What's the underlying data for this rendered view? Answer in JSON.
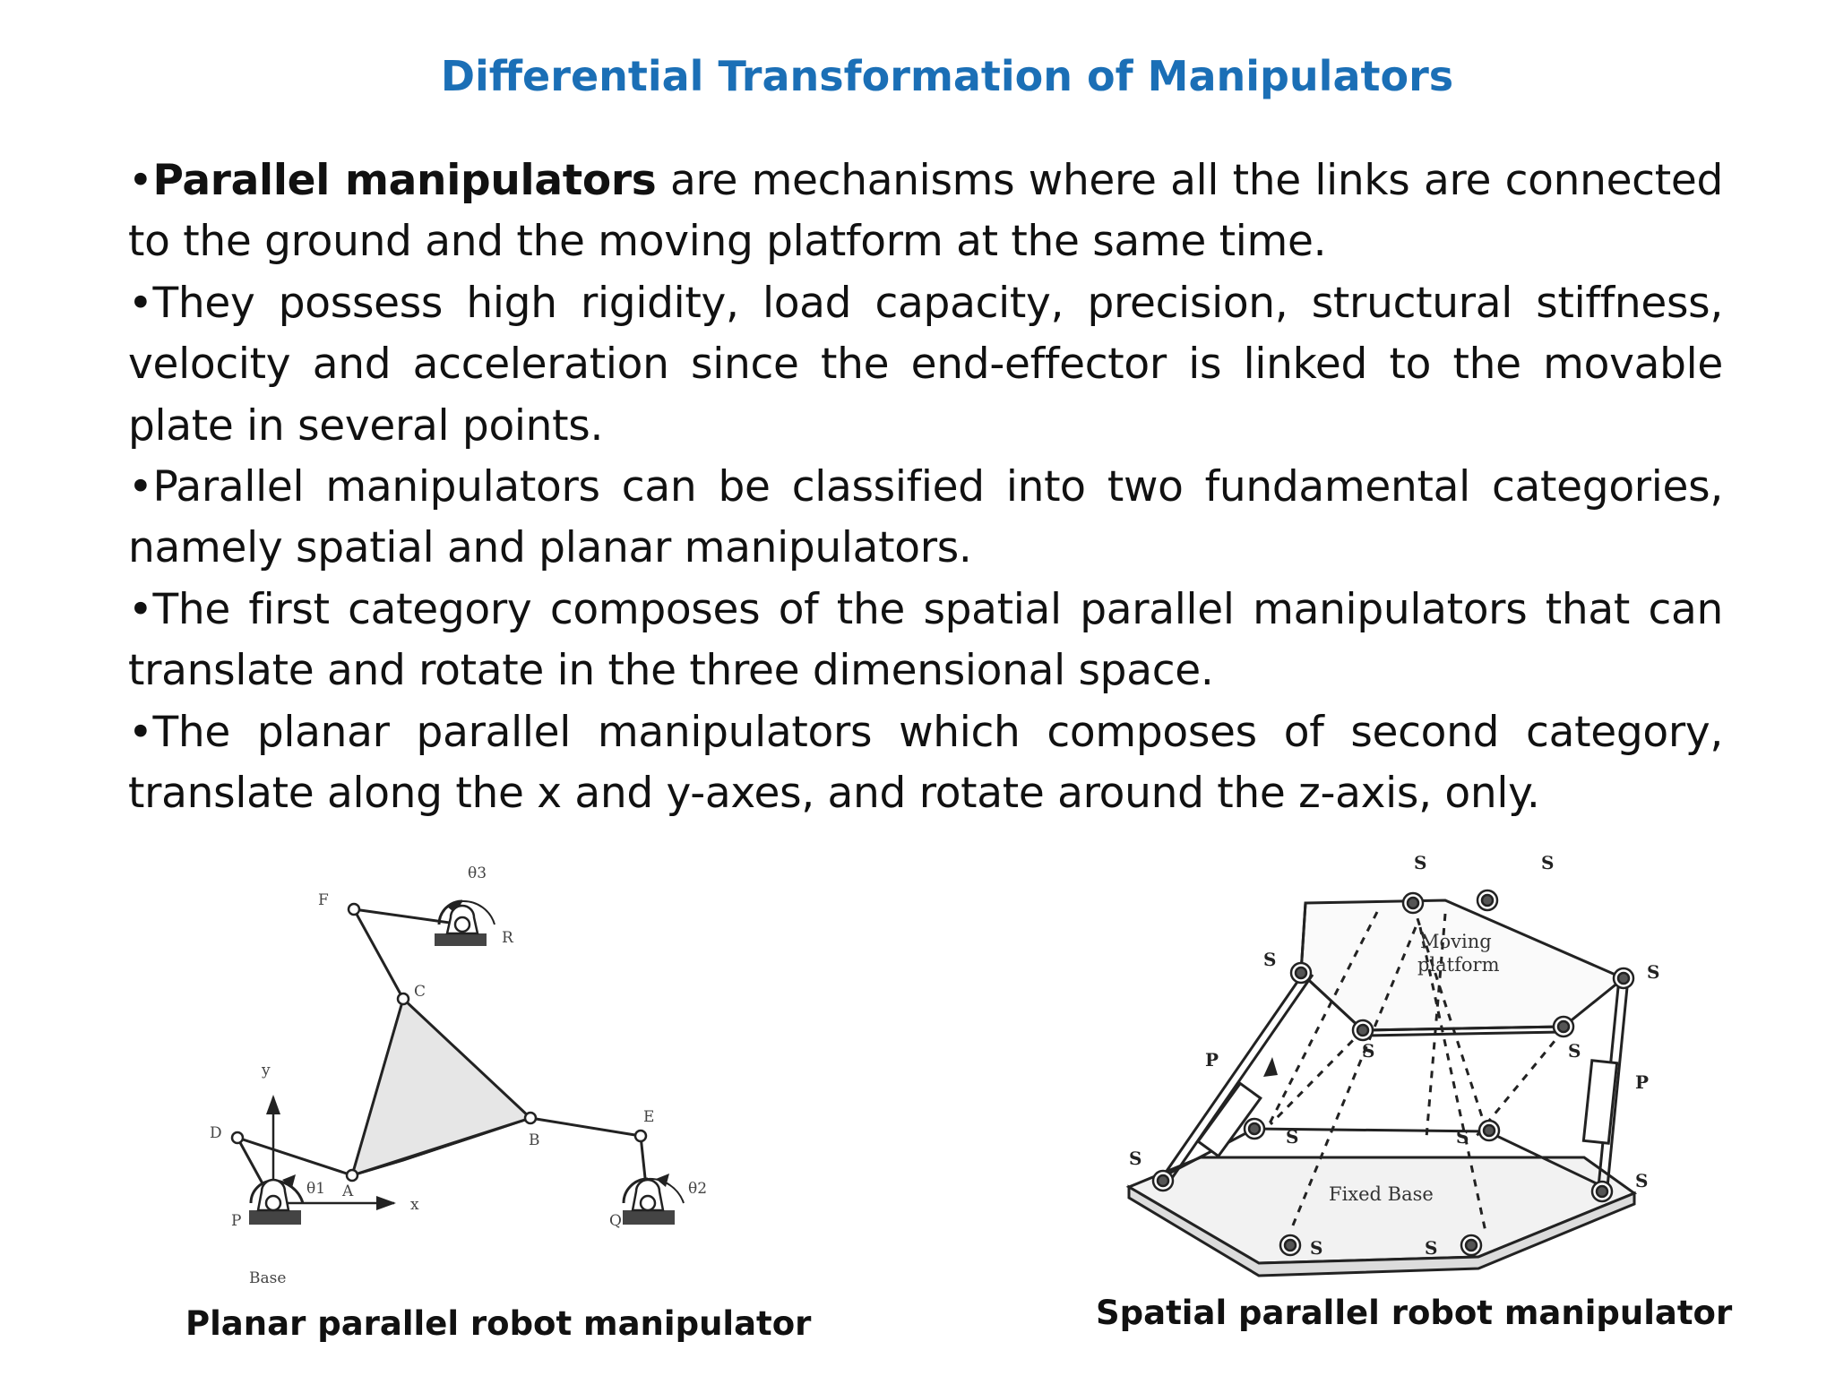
{
  "slide": {
    "title": "Differential Transformation of Manipulators",
    "bullets": [
      {
        "marker": "•",
        "bold": "Parallel manipulators",
        "text": " are mechanisms where all the links are connected to the ground and the moving platform at the same time."
      },
      {
        "marker": "•",
        "bold": "",
        "text": "They possess high rigidity, load capacity, precision, structural stiffness, velocity and acceleration since the end-effector is linked to the movable plate in several points."
      },
      {
        "marker": "•",
        "bold": "",
        "text": "Parallel manipulators can be classified into two fundamental categories, namely spatial and planar manipulators."
      },
      {
        "marker": "•",
        "bold": "",
        "text": "The first category composes of the spatial parallel manipulators that can translate and rotate in the three dimensional space."
      },
      {
        "marker": "•",
        "bold": "",
        "text": "The planar parallel manipulators which composes of second category, translate along the x and y-axes, and rotate around the z-axis, only."
      }
    ]
  },
  "figures": {
    "planar": {
      "caption": "Planar parallel robot  manipulator",
      "labels": {
        "F": "F",
        "theta3": "θ3",
        "R": "R",
        "C": "C",
        "y": "y",
        "D": "D",
        "E": "E",
        "B": "B",
        "A": "A",
        "theta1": "θ1",
        "theta2": "θ2",
        "P": "P",
        "Q": "Q",
        "x": "x",
        "base": "Base"
      }
    },
    "spatial": {
      "caption": "Spatial parallel robot  manipulator",
      "labels": {
        "S": "S",
        "P": "P",
        "moving1": "Moving",
        "moving2": "platform",
        "fixed": "Fixed Base"
      }
    }
  },
  "colors": {
    "title": "#1b6fb6",
    "text": "#111111",
    "triangle": "#e6e6e6"
  }
}
